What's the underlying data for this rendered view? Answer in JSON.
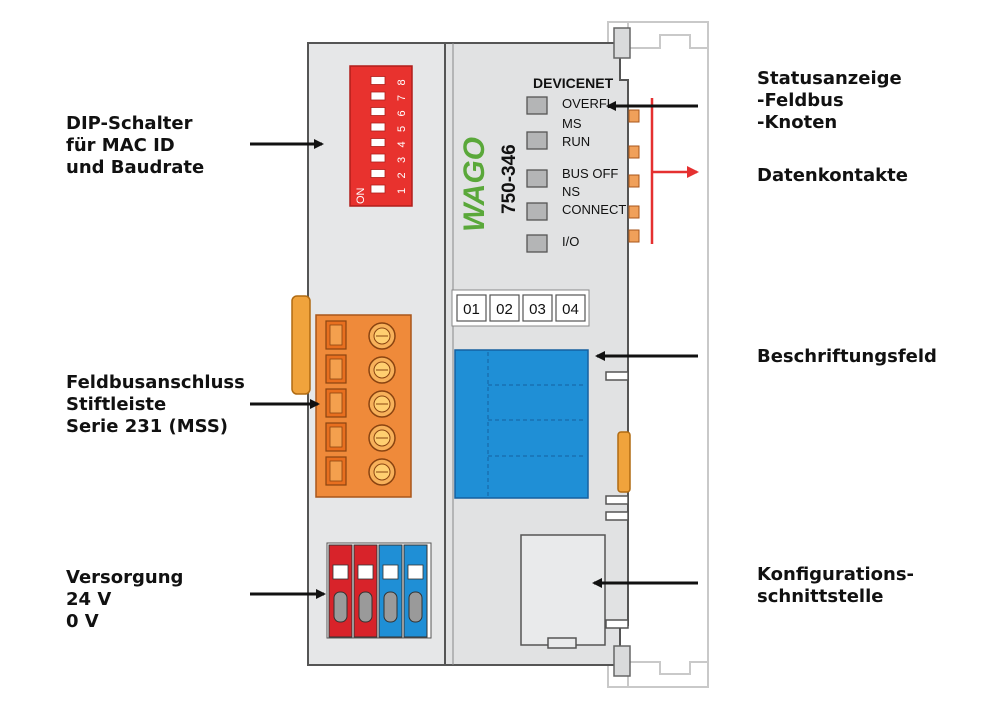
{
  "device": {
    "protocol_label": "DEVICENET",
    "model_number": "750-346",
    "brand": "WAGO",
    "dip_on_label": "ON",
    "dip_numbers": [
      "1",
      "2",
      "3",
      "4",
      "5",
      "6",
      "7",
      "8"
    ],
    "led_labels": [
      "OVERFL",
      "MS",
      "RUN",
      "BUS OFF",
      "NS",
      "CONNECT",
      "I/O"
    ],
    "marker_labels": [
      "01",
      "02",
      "03",
      "04"
    ]
  },
  "callouts": {
    "dip": [
      "DIP-Schalter",
      "für MAC ID",
      "und Baudrate"
    ],
    "fieldbus_connector": [
      "Feldbusanschluss",
      "Stiftleiste",
      "Serie 231 (MSS)"
    ],
    "supply": [
      "Versorgung",
      "24 V",
      "0 V"
    ],
    "status": [
      "Statusanzeige",
      "-Feldbus",
      "-Knoten"
    ],
    "data_contacts": [
      "Datenkontakte"
    ],
    "marking_field": [
      "Beschriftungsfeld"
    ],
    "config_interface": [
      "Konfigurations-",
      "schnittstelle"
    ]
  },
  "colors": {
    "housing": "#e4e5e6",
    "outline": "#555555",
    "dip_red": "#e8322e",
    "connector_orange": "#ef8a3a",
    "marking_blue": "#1f8fd6",
    "supply_red": "#d8232a",
    "supply_blue": "#1f8fd6",
    "logo_green": "#5aa83a",
    "data_contact_red": "#e53030",
    "arrow": "#111111"
  }
}
